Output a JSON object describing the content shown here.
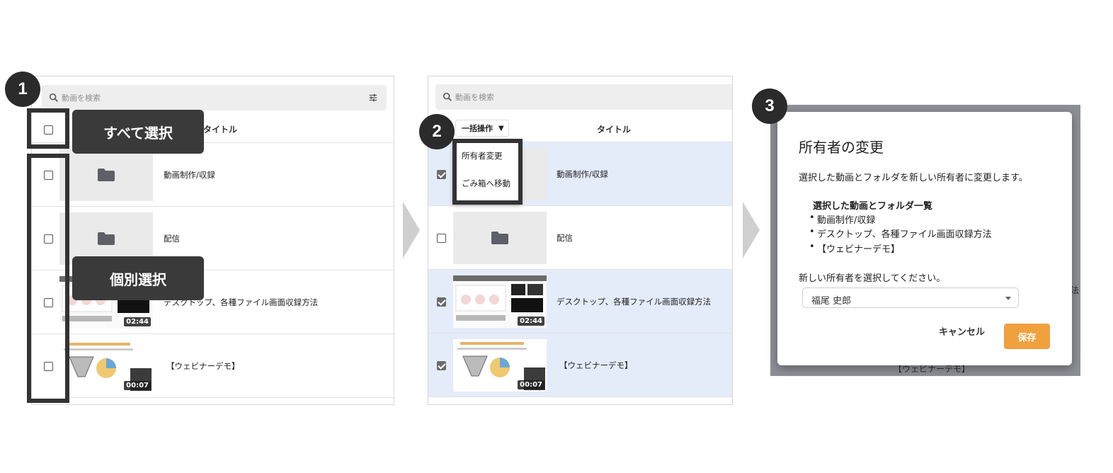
{
  "step_labels": {
    "step1": "1",
    "step2": "2",
    "step3": "3"
  },
  "search": {
    "placeholder": "動画を検索"
  },
  "list": {
    "column_title": "タイトル",
    "rows": [
      {
        "title": "動画制作/収録",
        "duration": ""
      },
      {
        "title": "配信",
        "duration": ""
      },
      {
        "title": "デスクトップ、各種ファイル画面収録方法",
        "duration": "02:44"
      },
      {
        "title": "【ウェビナーデモ】",
        "duration": "00:07"
      }
    ]
  },
  "callouts": {
    "select_all": "すべて選択",
    "individual_select": "個別選択"
  },
  "bulk": {
    "button_label": "一括操作",
    "caret": "▼",
    "menu_items": [
      "所有者変更",
      "ごみ箱へ移動"
    ]
  },
  "dialog": {
    "title": "所有者の変更",
    "description": "選択した動画とフォルダを新しい所有者に変更します。",
    "list_heading": "選択した動画とフォルダ一覧",
    "items": [
      "動画制作/収録",
      "デスクトップ、各種ファイル画面収録方法",
      "【ウェビナーデモ】"
    ],
    "prompt": "新しい所有者を選択してください。",
    "selected_owner": "福尾 史郎",
    "cancel_label": "キャンセル",
    "save_label": "保存"
  },
  "background_fragments": {
    "row3_tail": "法",
    "row4_title": "【ウェビナーデモ】"
  },
  "colors": {
    "accent_save": "#f0a13e",
    "selected_row": "#e4ecfa",
    "callout": "#3a3a3a",
    "step_badge": "#2b2b2b"
  }
}
